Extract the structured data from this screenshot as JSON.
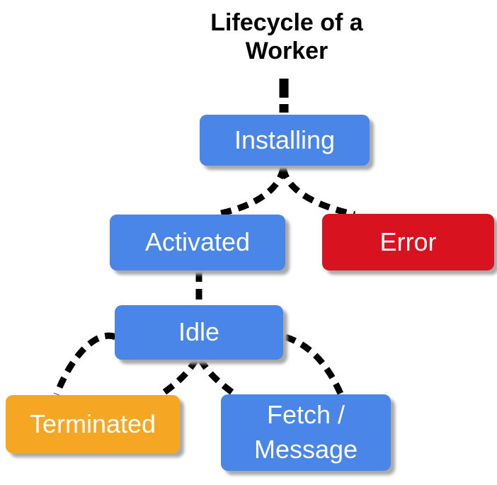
{
  "title": {
    "line1": "Lifecycle of a",
    "line2": "Worker"
  },
  "nodes": {
    "installing": {
      "label": "Installing",
      "color": "#4a86e8"
    },
    "activated": {
      "label": "Activated",
      "color": "#4a86e8"
    },
    "error": {
      "label": "Error",
      "color": "#d8131f"
    },
    "idle": {
      "label": "Idle",
      "color": "#4a86e8"
    },
    "terminated": {
      "label": "Terminated",
      "color": "#f5a623"
    },
    "fetch_message": {
      "label": "Fetch / Message",
      "color": "#4a86e8"
    }
  },
  "edges": [
    {
      "from": "title",
      "to": "installing",
      "style": "dashed"
    },
    {
      "from": "installing",
      "to": "activated",
      "style": "dashed"
    },
    {
      "from": "installing",
      "to": "error",
      "style": "dashed"
    },
    {
      "from": "activated",
      "to": "idle",
      "style": "dashed"
    },
    {
      "from": "idle",
      "to": "terminated",
      "style": "dashed"
    },
    {
      "from": "terminated",
      "to": "idle",
      "style": "dashed"
    },
    {
      "from": "idle",
      "to": "fetch_message",
      "style": "dashed"
    },
    {
      "from": "fetch_message",
      "to": "idle",
      "style": "dashed"
    }
  ],
  "style": {
    "background": "#ffffff",
    "node_text_color": "#ffffff",
    "title_color": "#000000",
    "connector_color": "#000000"
  }
}
